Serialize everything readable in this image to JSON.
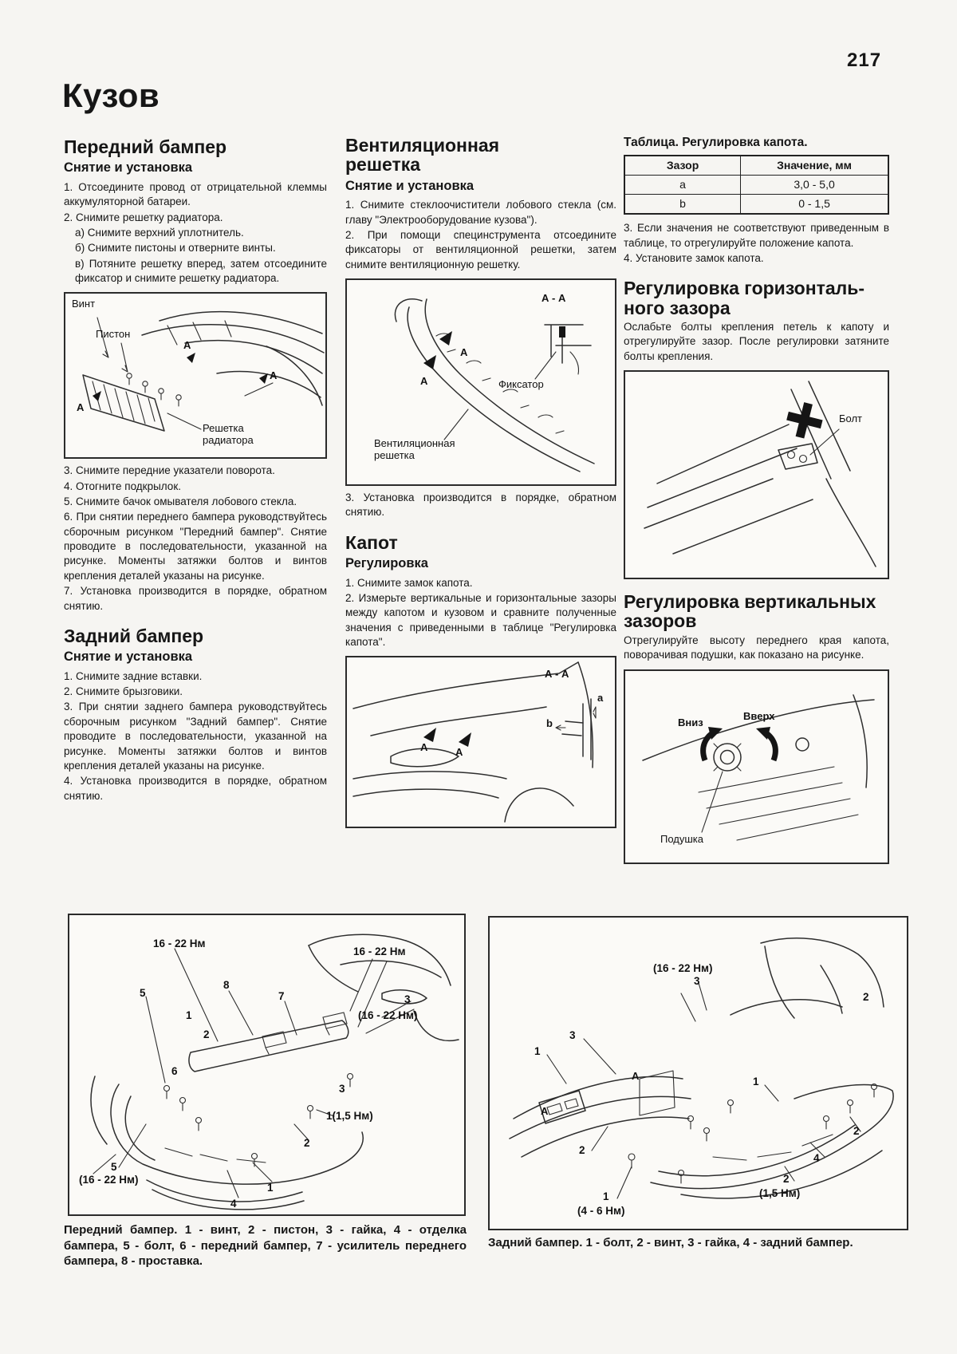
{
  "page": {
    "number": "217",
    "title": "Кузов"
  },
  "front_bumper": {
    "heading": "Передний бампер",
    "subheading": "Снятие и установка",
    "steps1": [
      "1. Отсоедините провод от отрицательной клеммы аккумуляторной батареи.",
      "2. Снимите решетку радиатора.",
      "а) Снимите верхний уплотнитель.",
      "б) Снимите пистоны и отверните винты.",
      "в) Потяните решетку вперед, затем отсоедините фиксатор и снимите решетку радиатора."
    ],
    "figure": {
      "vint": "Винт",
      "piston": "Пистон",
      "a1": "А",
      "a2": "А",
      "a3": "А",
      "grille": "Решетка\nрадиатора"
    },
    "steps2": [
      "3. Снимите передние указатели поворота.",
      "4. Отогните подкрылок.",
      "5. Снимите бачок омывателя лобового стекла.",
      "6. При снятии переднего бампера руководствуйтесь сборочным рисунком \"Передний бампер\". Снятие проводите в последовательности, указанной на рисунке. Моменты затяжки болтов и винтов крепления деталей указаны на рисунке.",
      "7. Установка производится в порядке, обратном снятию."
    ]
  },
  "rear_bumper": {
    "heading": "Задний бампер",
    "subheading": "Снятие и установка",
    "steps": [
      "1. Снимите задние вставки.",
      "2. Снимите брызговики.",
      "3. При снятии заднего бампера руководствуйтесь сборочным рисунком \"Задний бампер\". Снятие проводите в последовательности, указанной на рисунке. Моменты затяжки болтов и винтов крепления деталей указаны на рисунке.",
      "4. Установка производится в порядке, обратном снятию."
    ]
  },
  "vent_grille": {
    "heading": "Вентиляционная\nрешетка",
    "subheading": "Снятие и установка",
    "steps1": [
      "1. Снимите стеклоочистители лобового стекла (см. главу \"Электрооборудование кузова\").",
      "2. При помощи специнструмента отсоедините фиксаторы от вентиляционной решетки, затем снимите вентиляционную решетку."
    ],
    "figure": {
      "section": "А - А",
      "fixator": "Фиксатор",
      "grille": "Вентиляционная\nрешетка",
      "a1": "А",
      "a2": "А"
    },
    "steps2": [
      "3. Установка производится в порядке, обратном снятию."
    ]
  },
  "hood": {
    "heading": "Капот",
    "subheading": "Регулировка",
    "steps": [
      "1. Снимите замок капота.",
      "2. Измерьте вертикальные и горизонтальные зазоры между капотом и кузовом и сравните полученные значения с приведенными в таблице \"Регулировка капота\"."
    ],
    "figure": {
      "section": "А - А",
      "a": "a",
      "b": "b",
      "a1": "А",
      "a2": "А"
    }
  },
  "hood_table": {
    "title": "Таблица. Регулировка капота.",
    "col_gap": "Зазор",
    "col_value": "Значение, мм",
    "rows": [
      {
        "gap": "a",
        "value": "3,0 - 5,0"
      },
      {
        "gap": "b",
        "value": "0 - 1,5"
      }
    ],
    "steps": [
      "3. Если значения не соответствуют приведенным в таблице, то отрегулируйте положение капота.",
      "4. Установите замок капота."
    ]
  },
  "horizontal_gap": {
    "heading": "Регулировка горизонталь-\nного зазора",
    "body": "Ослабьте болты крепления петель к капоту и отрегулируйте зазор. После регулировки затяните болты крепления.",
    "figure": {
      "bolt": "Болт"
    }
  },
  "vertical_gap": {
    "heading": "Регулировка вертикальных\nзазоров",
    "body": "Отрегулируйте высоту переднего края капота, поворачивая подушки, как показано на рисунке.",
    "figure": {
      "down": "Вниз",
      "up": "Вверх",
      "pad": "Подушка"
    }
  },
  "front_assembly": {
    "caption": "Передний бампер. 1 - винт, 2 - пистон, 3 - гайка, 4 - отделка бампера, 5 - болт, 6 - передний бампер, 7 - усилитель переднего бампера, 8 - проставка.",
    "labels": [
      {
        "t": "16 - 22 Нм"
      },
      {
        "t": "16 - 22 Нм"
      },
      {
        "t": "5"
      },
      {
        "t": "8"
      },
      {
        "t": "7"
      },
      {
        "t": "1"
      },
      {
        "t": "2"
      },
      {
        "t": "3"
      },
      {
        "t": "(16 - 22 Нм)"
      },
      {
        "t": "1(1,5 Нм)"
      },
      {
        "t": "2"
      },
      {
        "t": "6"
      },
      {
        "t": "5"
      },
      {
        "t": "(16 - 22 Нм)"
      },
      {
        "t": "1"
      },
      {
        "t": "4"
      },
      {
        "t": "3"
      }
    ]
  },
  "rear_assembly": {
    "caption": "Задний бампер. 1 - болт, 2 - винт, 3 - гайка, 4 - задний бампер.",
    "labels": [
      {
        "t": "(16 - 22 Нм)"
      },
      {
        "t": "3"
      },
      {
        "t": "3"
      },
      {
        "t": "1"
      },
      {
        "t": "2"
      },
      {
        "t": "А"
      },
      {
        "t": "А"
      },
      {
        "t": "1"
      },
      {
        "t": "2"
      },
      {
        "t": "4"
      },
      {
        "t": "2"
      },
      {
        "t": "(1,5 Нм)"
      },
      {
        "t": "1"
      },
      {
        "t": "(4 - 6 Нм)"
      },
      {
        "t": "2"
      }
    ]
  }
}
